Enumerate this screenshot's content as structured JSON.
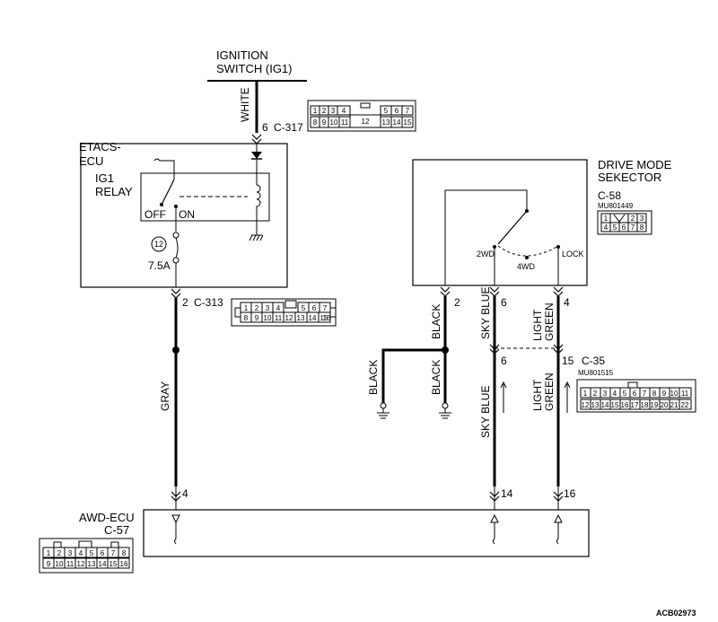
{
  "ignition": {
    "title_line1": "IGNITION",
    "title_line2": "SWITCH (IG1)",
    "wire": "WHITE",
    "pin": "6",
    "connector": "C-317"
  },
  "etacs": {
    "title_line1": "ETACS-",
    "title_line2": "ECU",
    "relay_line1": "IG1",
    "relay_line2": "RELAY",
    "off": "OFF",
    "on": "ON",
    "fuse_num": "12",
    "fuse_rating": "7.5A",
    "pin": "2",
    "connector": "C-313",
    "wire": "GRAY"
  },
  "selector": {
    "title_line1": "DRIVE MODE",
    "title_line2": "SEKECTOR",
    "connector": "C-58",
    "part": "MU801449",
    "pos_2wd": "2WD",
    "pos_4wd": "4WD",
    "pos_lock": "LOCK",
    "pin_black": "2",
    "pin_sky": "6",
    "pin_green": "4"
  },
  "wires": {
    "black": "BLACK",
    "sky_blue": "SKY BLUE",
    "light": "LIGHT",
    "green": "GREEN"
  },
  "c35": {
    "connector": "C-35",
    "part": "MU801515",
    "pin_sky": "6",
    "pin_green": "15"
  },
  "awd": {
    "title": "AWD-ECU",
    "connector": "C-57",
    "pin_gray": "4",
    "pin_sky": "14",
    "pin_green": "16"
  },
  "c317_pins": {
    "top": [
      "1",
      "2",
      "3",
      "4",
      "5",
      "6",
      "7"
    ],
    "bottom": [
      "8",
      "9",
      "10",
      "11",
      "12",
      "13",
      "14",
      "15"
    ]
  },
  "c313_pins": {
    "top": [
      "1",
      "2",
      "3",
      "4",
      "5",
      "6",
      "7"
    ],
    "bottom": [
      "8",
      "9",
      "10",
      "11",
      "12",
      "13",
      "14",
      "15",
      "16"
    ]
  },
  "c58_pins": {
    "top": [
      "1",
      "2",
      "3"
    ],
    "bottom": [
      "4",
      "5",
      "6",
      "7",
      "8"
    ]
  },
  "c35_pins": {
    "top": [
      "1",
      "2",
      "3",
      "4",
      "5",
      "6",
      "7",
      "8",
      "9",
      "10",
      "11"
    ],
    "bottom": [
      "12",
      "13",
      "14",
      "15",
      "16",
      "17",
      "18",
      "19",
      "20",
      "21",
      "22"
    ]
  },
  "c57_pins": {
    "top": [
      "1",
      "2",
      "3",
      "4",
      "5",
      "6",
      "7",
      "8"
    ],
    "bottom": [
      "9",
      "10",
      "11",
      "12",
      "13",
      "14",
      "15",
      "16"
    ]
  },
  "figure_code": "ACB02973"
}
